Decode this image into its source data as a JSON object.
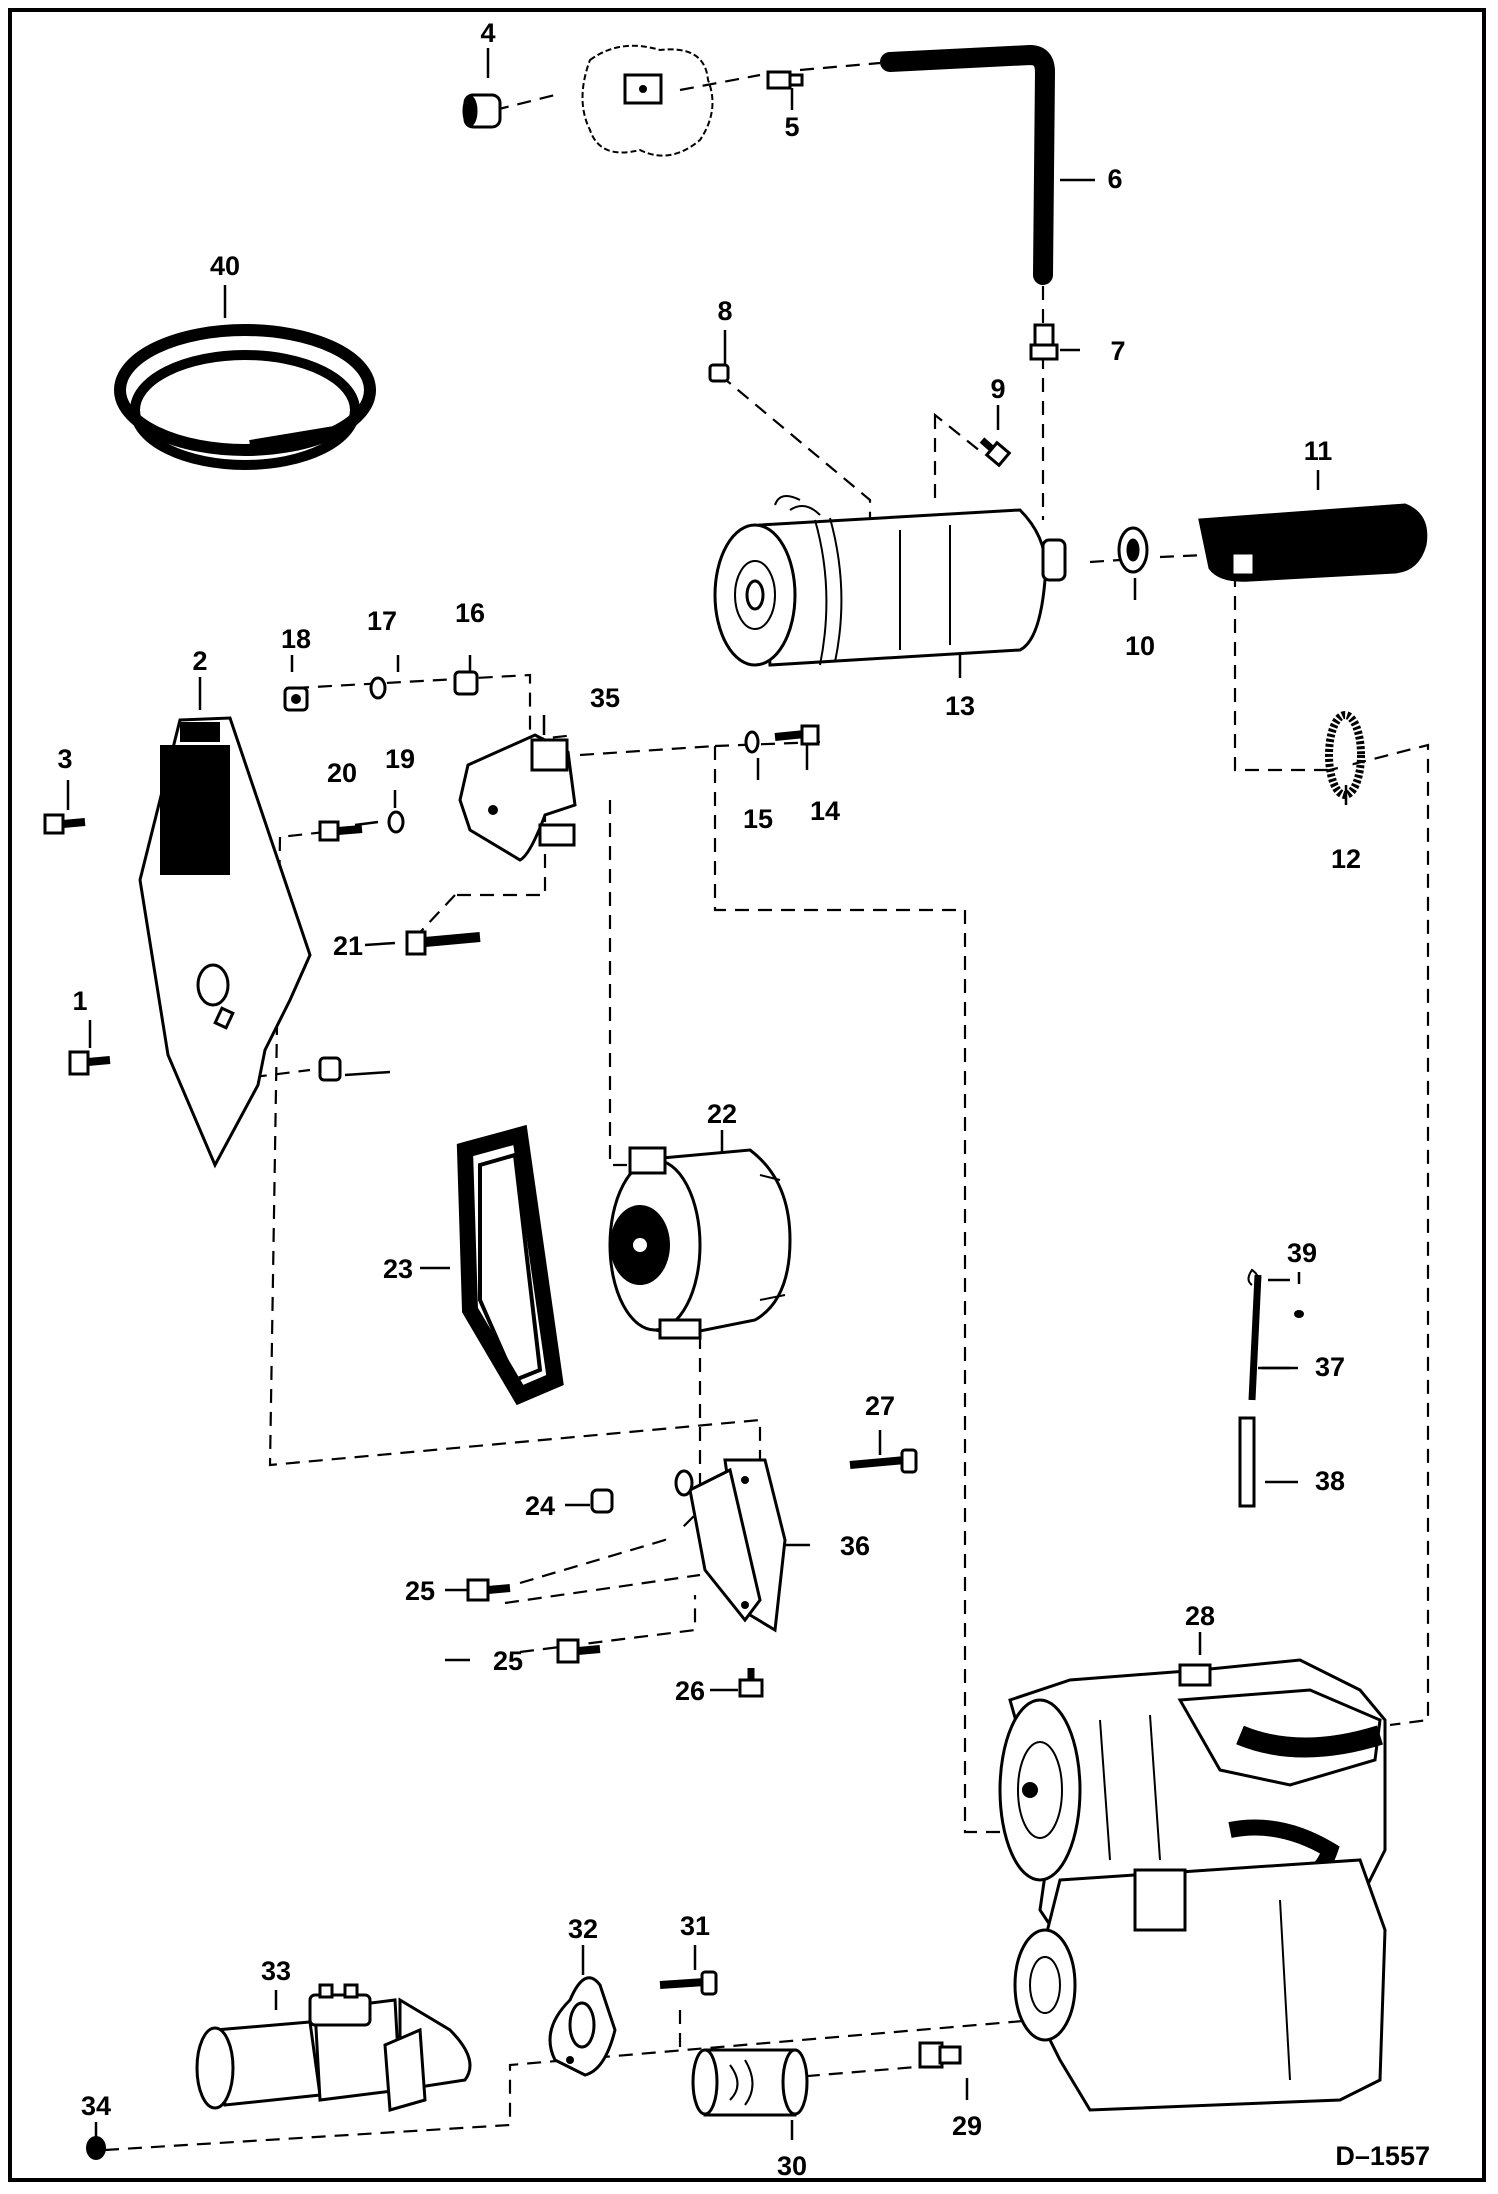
{
  "diagram": {
    "drawing_code": "D–1557",
    "callouts": [
      "1",
      "2",
      "3",
      "4",
      "5",
      "6",
      "7",
      "8",
      "9",
      "10",
      "11",
      "12",
      "13",
      "14",
      "15",
      "16",
      "17",
      "18",
      "19",
      "20",
      "21",
      "22",
      "23",
      "24",
      "25",
      "26",
      "27",
      "28",
      "29",
      "30",
      "31",
      "32",
      "33",
      "34",
      "35",
      "36",
      "37",
      "38",
      "39",
      "40"
    ]
  }
}
